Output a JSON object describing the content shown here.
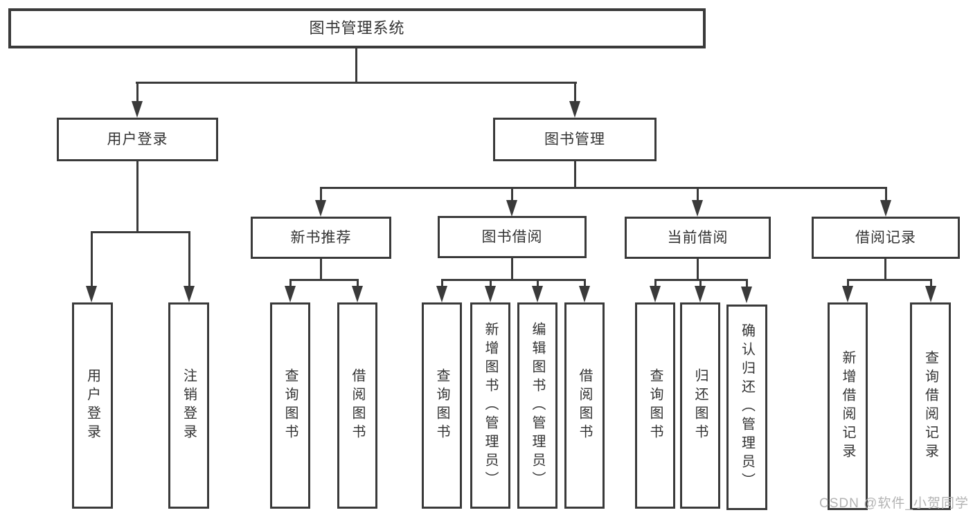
{
  "tree": {
    "label": "图书管理系统",
    "children": [
      {
        "label": "用户登录",
        "children": [
          {
            "label": "用户登录"
          },
          {
            "label": "注销登录"
          }
        ]
      },
      {
        "label": "图书管理",
        "children": [
          {
            "label": "新书推荐",
            "children": [
              {
                "label": "查询图书"
              },
              {
                "label": "借阅图书"
              }
            ]
          },
          {
            "label": "图书借阅",
            "children": [
              {
                "label": "查询图书"
              },
              {
                "label": "新增图书（管理员）"
              },
              {
                "label": "编辑图书（管理员）"
              },
              {
                "label": "借阅图书"
              }
            ]
          },
          {
            "label": "当前借阅",
            "children": [
              {
                "label": "查询图书"
              },
              {
                "label": "归还图书"
              },
              {
                "label": "确认归还（管理员）"
              }
            ]
          },
          {
            "label": "借阅记录",
            "children": [
              {
                "label": "新增借阅记录"
              },
              {
                "label": "查询借阅记录"
              }
            ]
          }
        ]
      }
    ]
  },
  "watermark": {
    "text": "CSDN @软件_小贺同学"
  },
  "colors": {
    "line": "#3a3a3a",
    "box_background": "#ffffff",
    "text": "#333333",
    "watermark": "#b3b3b3"
  }
}
